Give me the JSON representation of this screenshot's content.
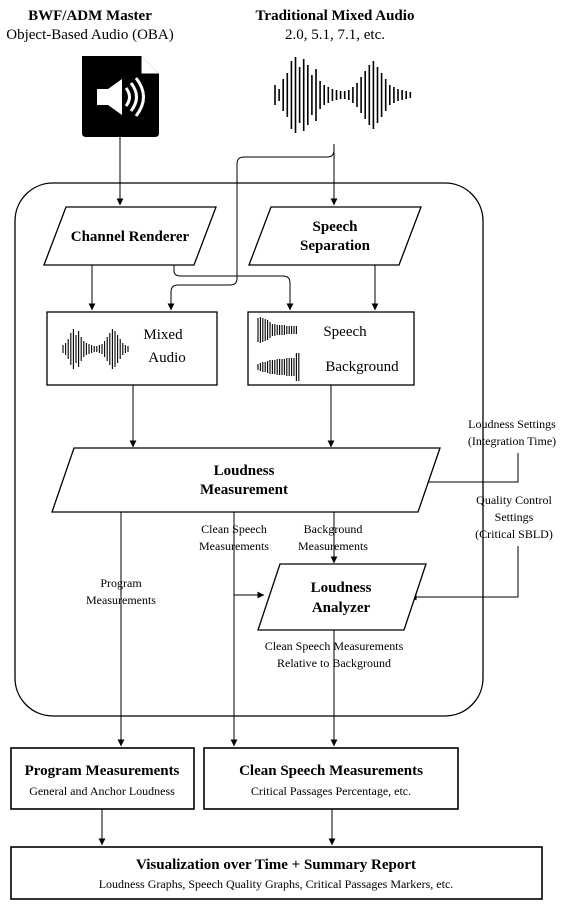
{
  "sources": {
    "oba": {
      "title": "BWF/ADM Master",
      "subtitle": "Object-Based Audio (OBA)",
      "icon": "audio-file-speaker-icon"
    },
    "traditional": {
      "title": "Traditional Mixed Audio",
      "subtitle": "2.0, 5.1, 7.1, etc.",
      "icon": "waveform-icon"
    }
  },
  "processes": {
    "channel_renderer": "Channel Renderer",
    "speech_separation": {
      "line1": "Speech",
      "line2": "Separation"
    },
    "loudness_measurement": {
      "line1": "Loudness",
      "line2": "Measurement"
    },
    "loudness_analyzer": {
      "line1": "Loudness",
      "line2": "Analyzer"
    }
  },
  "audio_boxes": {
    "mixed": {
      "line1": "Mixed",
      "line2": "Audio"
    },
    "separated": {
      "speech": "Speech",
      "background": "Background"
    }
  },
  "settings": {
    "loudness": {
      "line1": "Loudness Settings",
      "line2": "(Integration Time)"
    },
    "quality": {
      "line1": "Quality Control",
      "line2": "Settings",
      "line3": "(Critical SBLD)"
    }
  },
  "edge_labels": {
    "clean_speech": {
      "line1": "Clean Speech",
      "line2": "Measurements"
    },
    "background": {
      "line1": "Background",
      "line2": "Measurements"
    },
    "program": {
      "line1": "Program",
      "line2": "Measurements"
    },
    "relative": {
      "line1": "Clean Speech Measurements",
      "line2": "Relative to Background"
    }
  },
  "outputs": {
    "program": {
      "title": "Program Measurements",
      "subtitle": "General and Anchor Loudness"
    },
    "clean_speech": {
      "title": "Clean Speech Measurements",
      "subtitle": "Critical Passages Percentage, etc."
    },
    "report": {
      "title": "Visualization over Time + Summary Report",
      "subtitle": "Loudness Graphs, Speech Quality Graphs, Critical Passages Markers, etc."
    }
  }
}
